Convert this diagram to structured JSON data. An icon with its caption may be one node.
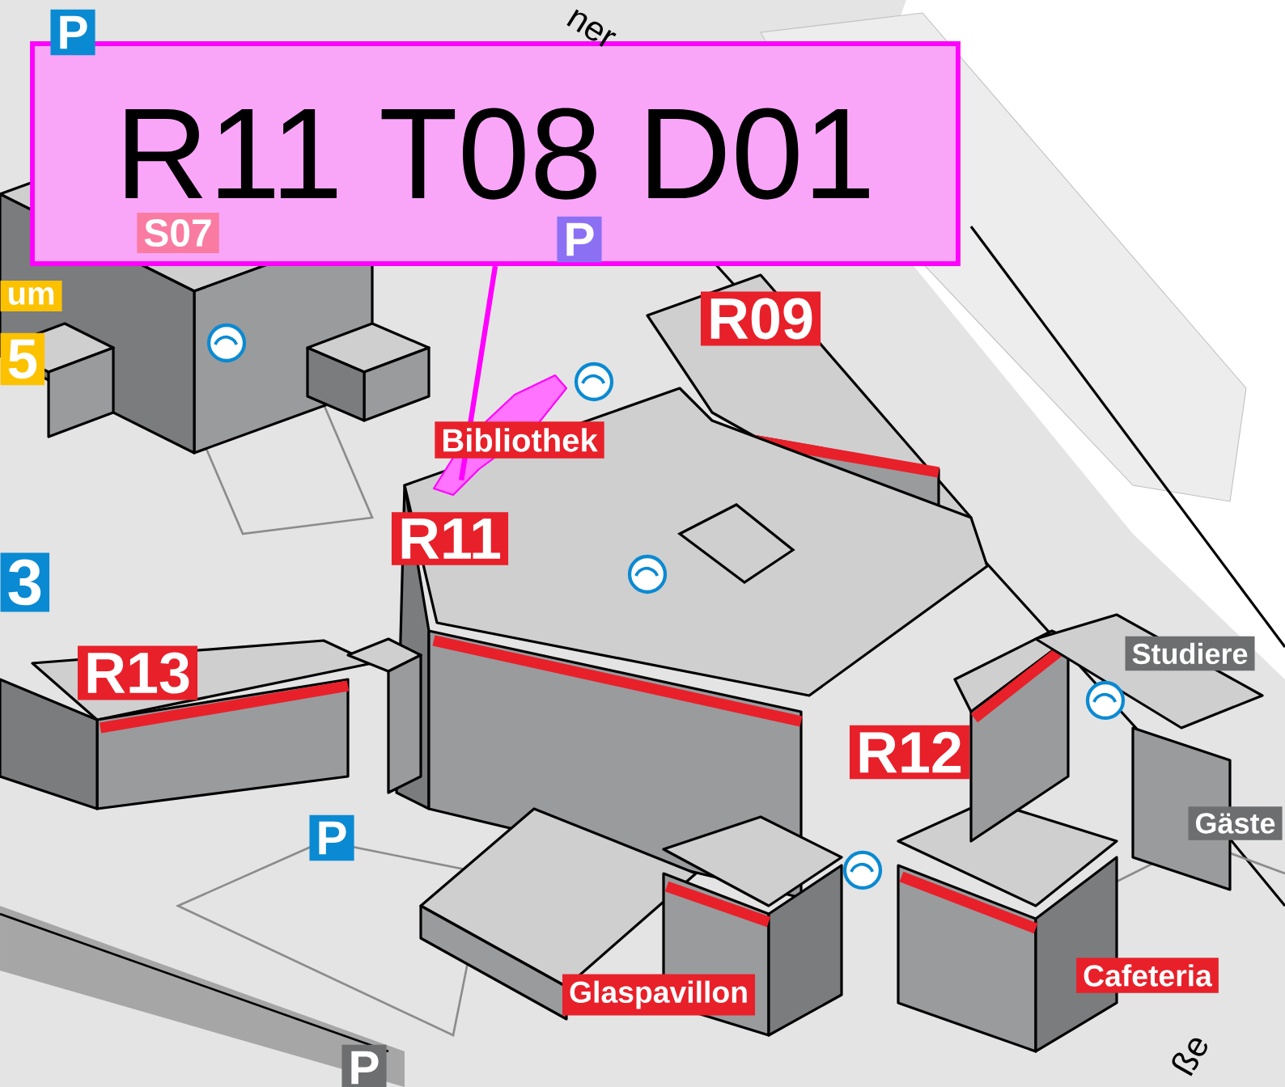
{
  "diagram": {
    "nodes": [
      {
        "text": [
          "R11 T08 D01"
        ]
      },
      {
        "text": [],
        "shape": "polygon"
      }
    ],
    "edges": [
      {
        "from": 0,
        "to": 1,
        "arrow": "none"
      }
    ],
    "labels": [
      "ner",
      "P",
      "S07",
      "P",
      "um",
      "5",
      "R09",
      "Bibliothek",
      "R11",
      "3",
      "Studiere",
      "R13",
      "R12",
      "Gäste",
      "P",
      "Glaspavillon",
      "Cafeteria",
      "ße",
      "P"
    ]
  }
}
